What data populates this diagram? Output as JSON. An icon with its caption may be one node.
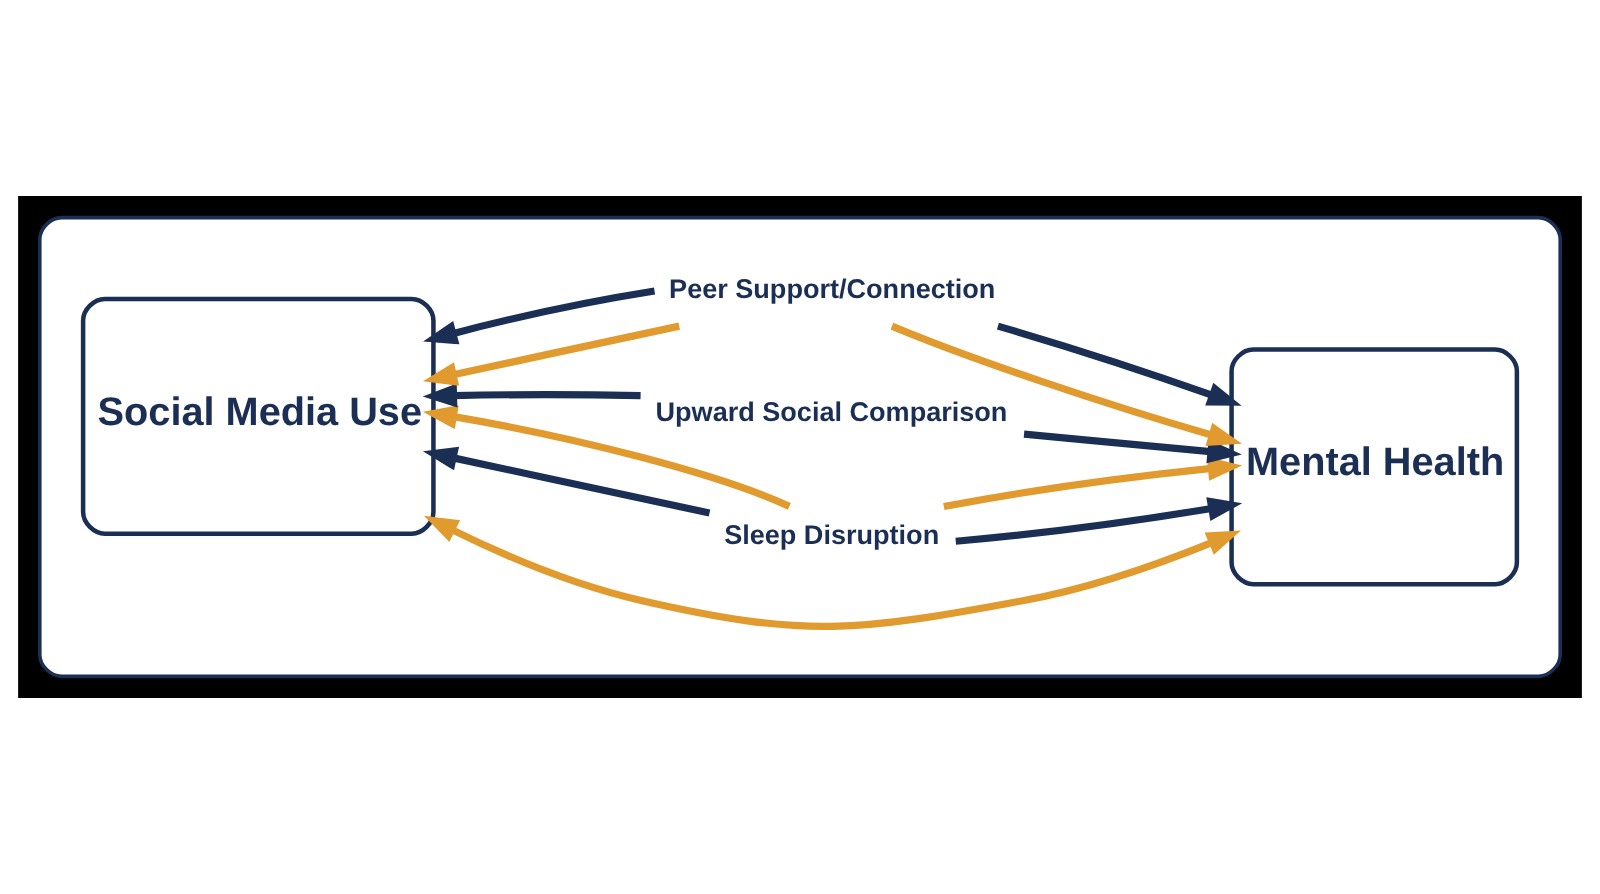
{
  "diagram": {
    "nodes": [
      {
        "text": [],
        "shape": "box"
      },
      {
        "text": [
          "Social Media Use"
        ],
        "in": 0
      },
      {
        "text": [
          "Mental Health"
        ],
        "in": 0
      },
      {
        "text": [
          "Sleep Disruption"
        ],
        "in": 0
      },
      {
        "text": [
          "Upward Social Comparison"
        ],
        "in": 0
      },
      {
        "text": [
          "Peer Support/Connection"
        ],
        "in": 0
      }
    ],
    "edges": [
      {
        "from": 3,
        "to": 1,
        "arrow": "to"
      },
      {
        "from": 3,
        "to": 1,
        "arrow": "to",
        "color": "#e09a2e"
      },
      {
        "from": 3,
        "to": 2,
        "arrow": "to"
      },
      {
        "from": 3,
        "to": 2,
        "arrow": "to",
        "color": "#e09a2e"
      },
      {
        "from": 4,
        "to": 1,
        "arrow": "to"
      },
      {
        "from": 4,
        "to": 2,
        "arrow": "to"
      },
      {
        "from": 1,
        "to": 2,
        "arrow": "both",
        "color": "#e09a2e"
      },
      {
        "from": 5,
        "to": 1,
        "arrow": "to",
        "color": "#e09a2e"
      },
      {
        "from": 5,
        "to": 1,
        "arrow": "to"
      },
      {
        "from": 5,
        "to": 2,
        "arrow": "to",
        "color": "#e09a2e"
      },
      {
        "from": 5,
        "to": 2,
        "arrow": "to"
      }
    ]
  }
}
